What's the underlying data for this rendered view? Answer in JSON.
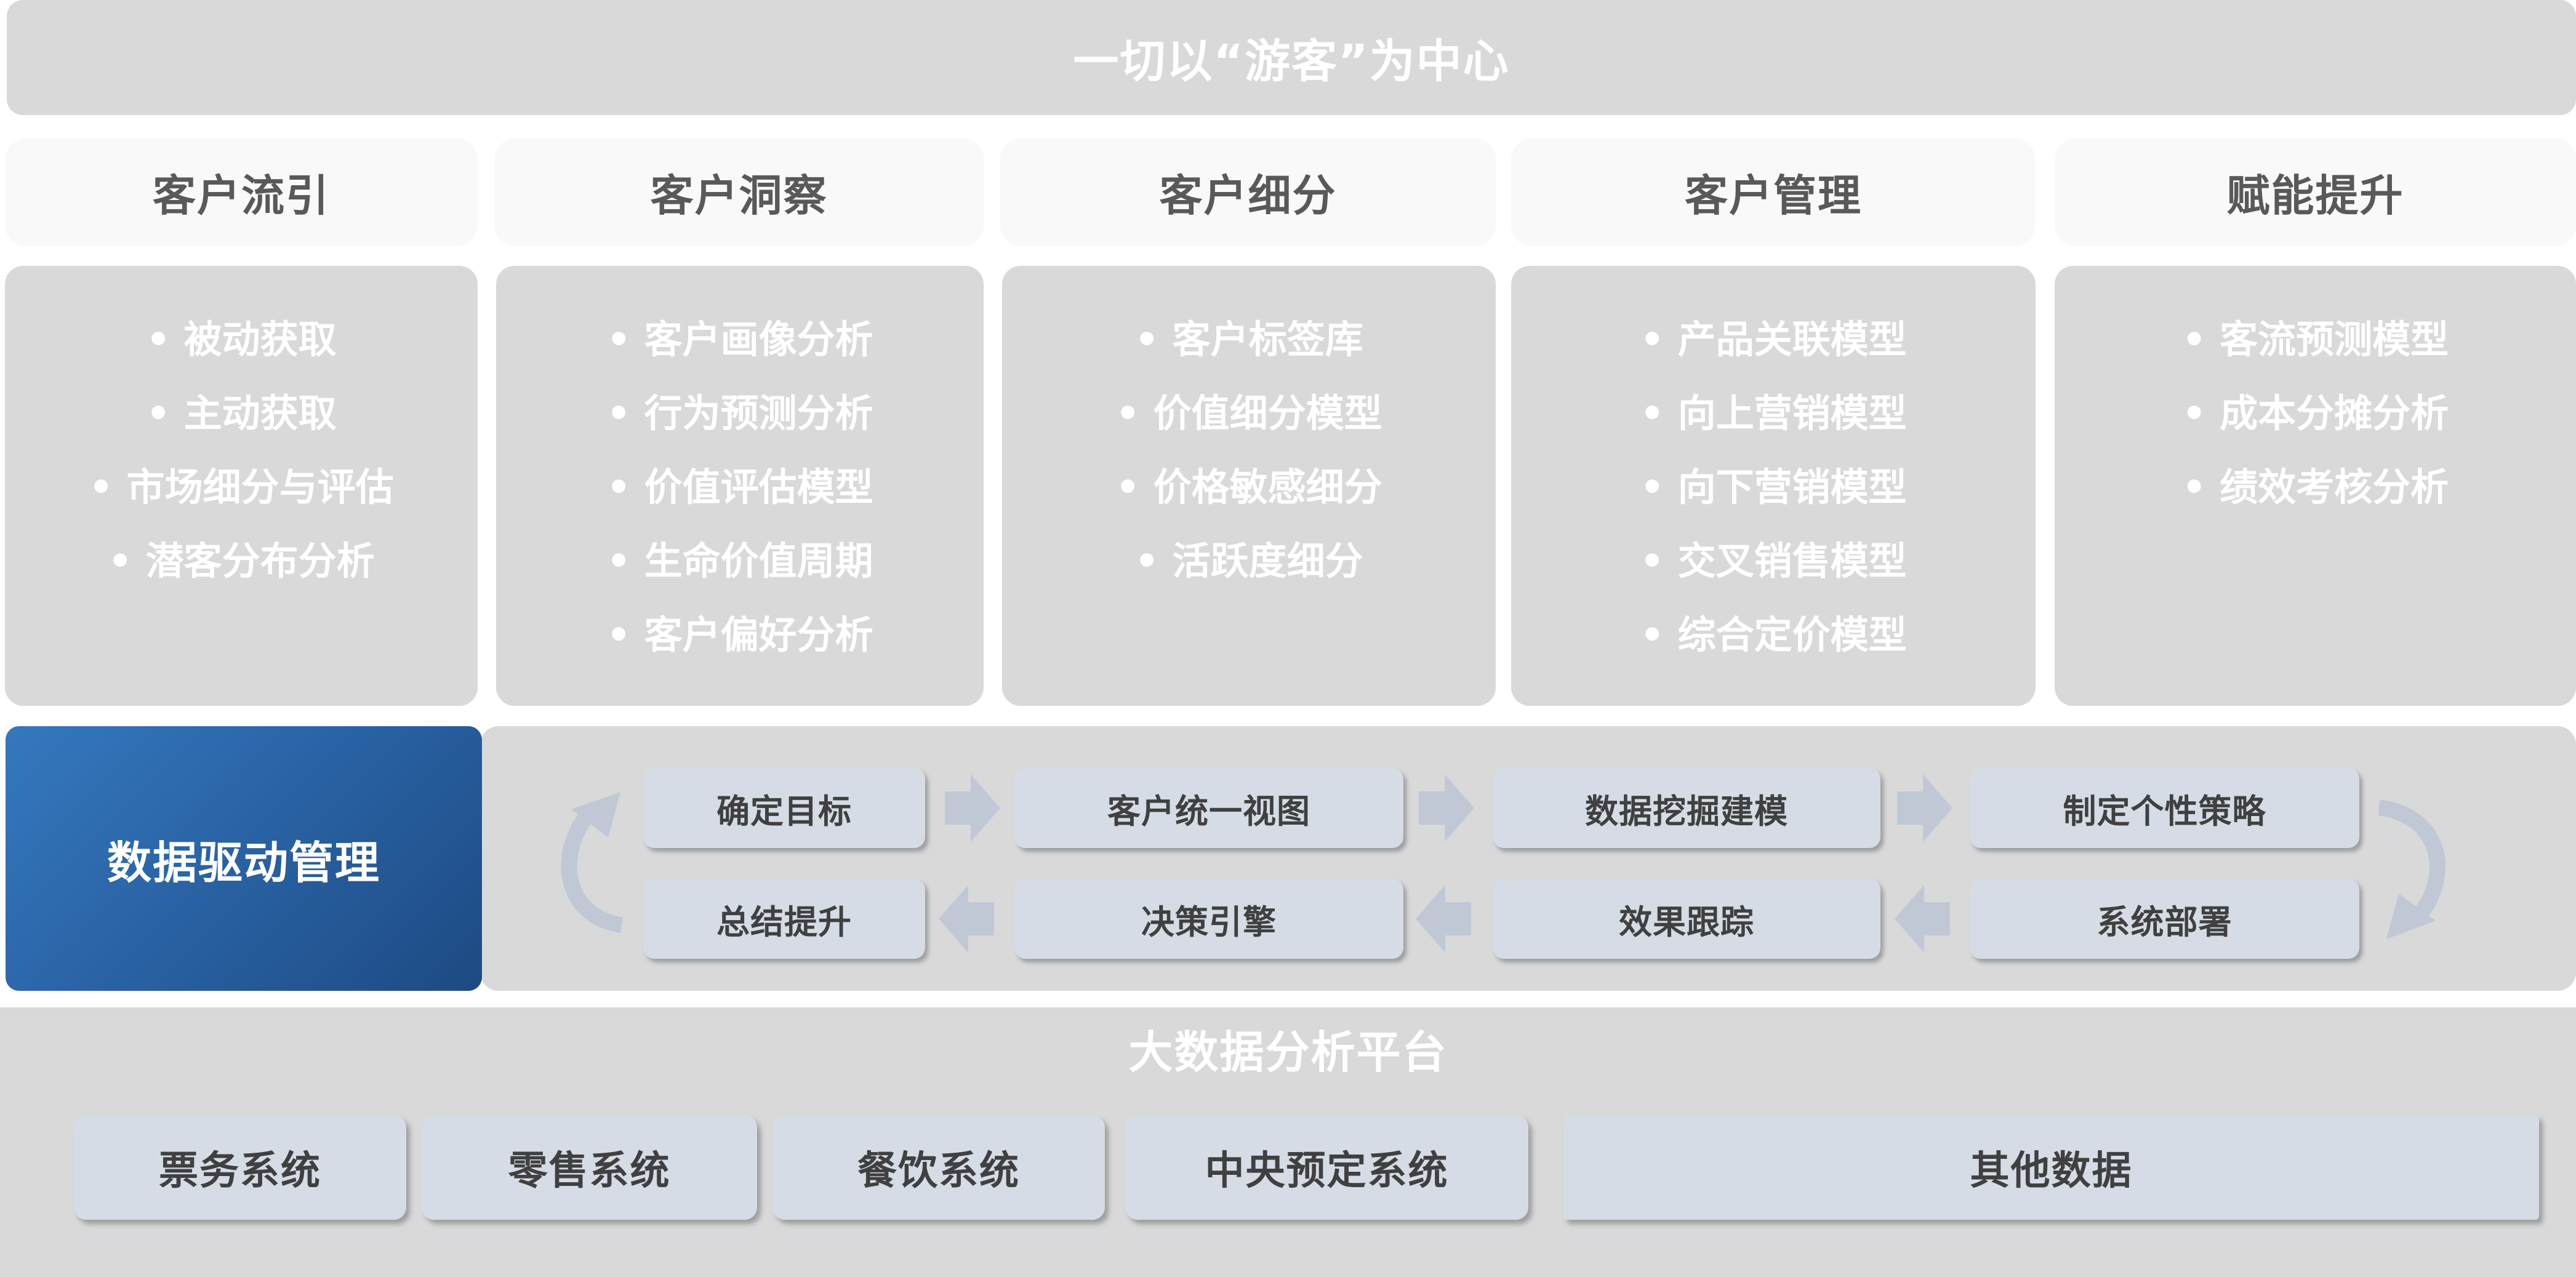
{
  "banner": {
    "title": "一切以“游客”为中心"
  },
  "columns": [
    {
      "header": "客户流引",
      "items": [
        "被动获取",
        "主动获取",
        "市场细分与评估",
        "潜客分布分析"
      ]
    },
    {
      "header": "客户洞察",
      "items": [
        "客户画像分析",
        "行为预测分析",
        "价值评估模型",
        "生命价值周期",
        "客户偏好分析"
      ]
    },
    {
      "header": "客户细分",
      "items": [
        "客户标签库",
        "价值细分模型",
        "价格敏感细分",
        "活跃度细分"
      ]
    },
    {
      "header": "客户管理",
      "items": [
        "产品关联模型",
        "向上营销模型",
        "向下营销模型",
        "交叉销售模型",
        "综合定价模型"
      ]
    },
    {
      "header": "赋能提升",
      "items": [
        "客流预测模型",
        "成本分摊分析",
        "绩效考核分析"
      ]
    }
  ],
  "data_driven": {
    "title": "数据驱动管理",
    "top_steps": [
      "确定目标",
      "客户统一视图",
      "数据挖掘建模",
      "制定个性策略"
    ],
    "bottom_steps": [
      "总结提升",
      "决策引擎",
      "效果跟踪",
      "系统部署"
    ]
  },
  "platform": {
    "title": "大数据分析平台",
    "systems": [
      "票务系统",
      "零售系统",
      "餐饮系统",
      "中央预定系统",
      "其他数据"
    ]
  },
  "colors": {
    "arrow": "#c0c8d6",
    "blue_box": "#2a64a6",
    "step_fill": "#d6dce5"
  }
}
